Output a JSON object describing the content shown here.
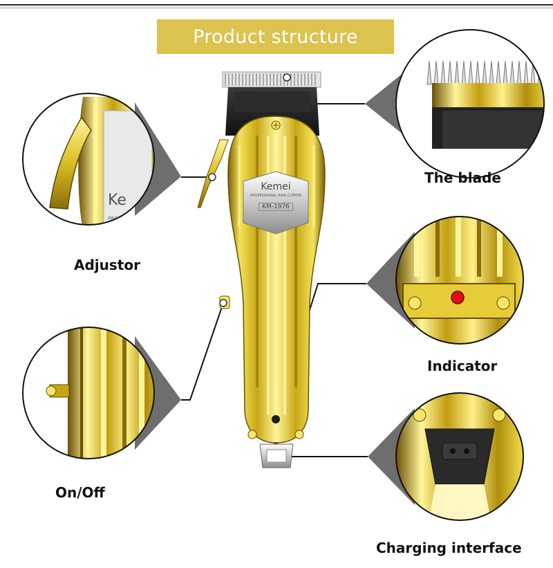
{
  "title": "Product structure",
  "colors": {
    "banner": "#dcc24e",
    "gold_light": "#fff59a",
    "gold": "#e8d21c",
    "gold_dark": "#8a6e0a",
    "indicator": "#e01010",
    "callout_line": "#111111"
  },
  "product": {
    "brand": "Kemei",
    "subtitle": "PROFESSIONAL HAIR CLIPPER",
    "model": "KM-1976"
  },
  "callouts": {
    "adjustor": {
      "label": "Adjustor",
      "icon": "adjustor-lever"
    },
    "on_off": {
      "label": "On/Off",
      "icon": "power-switch"
    },
    "blade": {
      "label": "The blade",
      "icon": "blade-teeth"
    },
    "indicator": {
      "label": "Indicator",
      "icon": "indicator-light"
    },
    "charging": {
      "label": "Charging interface",
      "icon": "charging-port"
    }
  },
  "zoom_texts": {
    "adjustor_brand_fragment": "Ke",
    "adjustor_subtitle_fragment": "PROFI"
  }
}
